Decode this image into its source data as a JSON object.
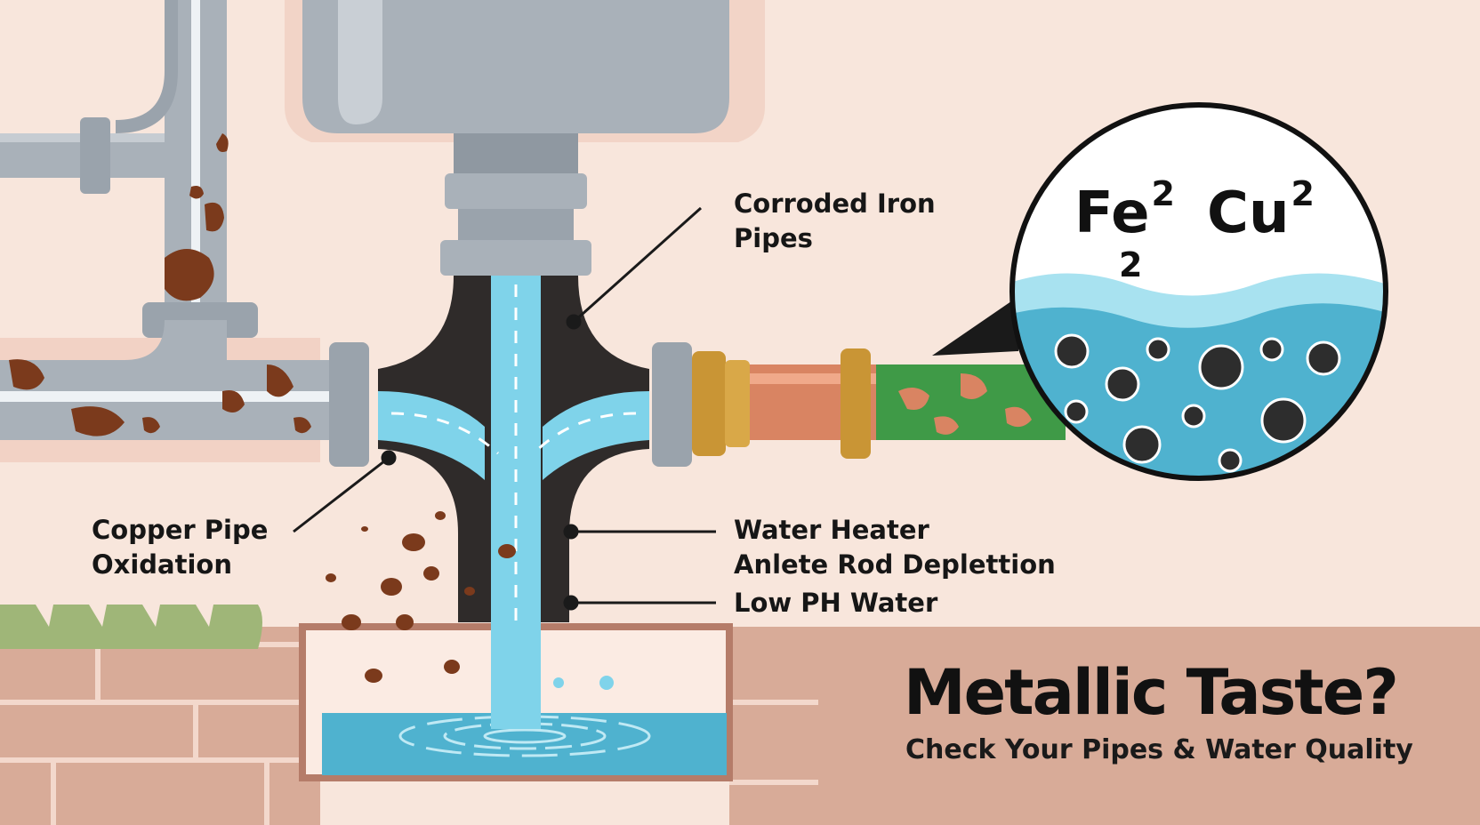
{
  "labels": {
    "corroded_iron": [
      "Corroded Iron",
      "Pipes"
    ],
    "copper_oxidation": [
      "Copper Pipe",
      "Oxidation"
    ],
    "water_heater": [
      "Water Heater",
      "Anlete Rod Deplettion"
    ],
    "low_ph": "Low PH Water"
  },
  "magnifier": {
    "iron": {
      "symbol": "Fe",
      "superscript": "2",
      "subscript": "2"
    },
    "copper": {
      "symbol": "Cu",
      "superscript": "2"
    }
  },
  "headline": "Metallic Taste?",
  "subheadline": "Check Your Pipes & Water Quality",
  "colors": {
    "background": "#f8e6dc",
    "pipe_steel": "#aab2ba",
    "rust": "#7b3a1c",
    "copper": "#d98462",
    "patina": "#3f9a47",
    "brass": "#c99535",
    "water": "#7fd3ea",
    "basin_water": "#4fb2cf",
    "brick": "#d8ab98"
  }
}
